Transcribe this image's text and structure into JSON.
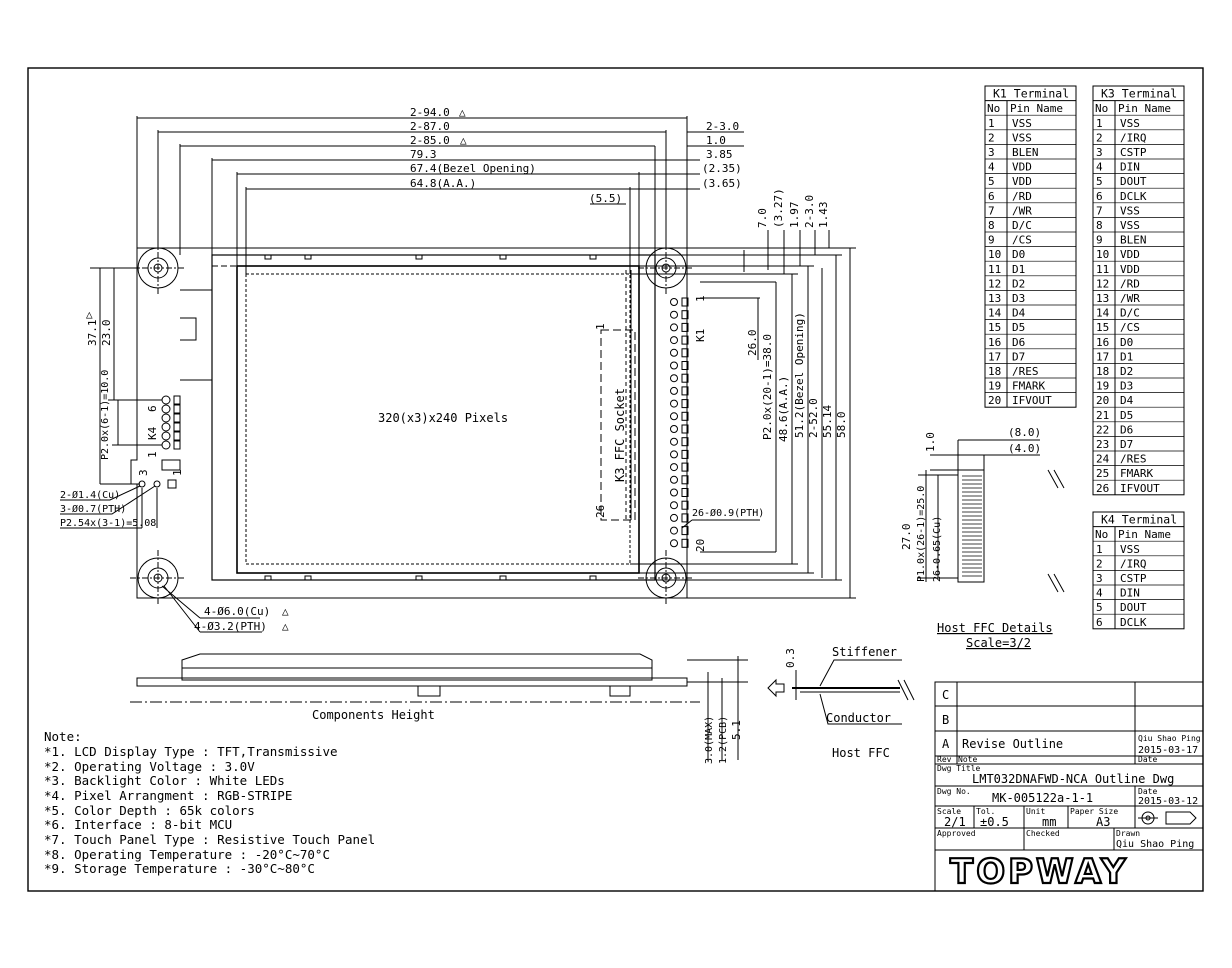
{
  "drawing": {
    "dims_top": [
      "2-94.0",
      "2-87.0",
      "2-85.0",
      "79.3",
      "67.4(Bezel Opening)",
      "64.8(A.A.)",
      "(5.5)"
    ],
    "dims_top_right": [
      "2-3.0",
      "1.0",
      "3.85",
      "(2.35)",
      "(3.65)"
    ],
    "dims_right_small": [
      "7.0",
      "(3.27)",
      "1.97",
      "2-3.0",
      "1.43"
    ],
    "dims_right_tall": [
      "26.0",
      "P2.0x(20-1)=38.0",
      "48.6(A.A.)",
      "51.2(Bezel Opening)",
      "2-52.0",
      "55.14",
      "58.0"
    ],
    "dims_left": [
      "37.1",
      "23.0",
      "P2.0x(6-1)=10.0"
    ],
    "k4_label": "K4",
    "k4_pins": [
      "6",
      "1"
    ],
    "k4_pin3": "3",
    "k4_pin1": "1",
    "pad_notes": [
      "2-Ø1.4(Cu)",
      "3-Ø0.7(PTH)",
      "P2.54x(3-1)=5.08"
    ],
    "holes_notes": [
      "4-Ø6.0(Cu)",
      "4-Ø3.2(PTH)"
    ],
    "center_label": "320(x3)x240 Pixels",
    "socket_label": "K3 FFC Socket",
    "socket_pins": [
      "1",
      "26"
    ],
    "k1_label": "K1",
    "k1_pins": [
      "1",
      "20"
    ],
    "k1_holes": "26-Ø0.9(PTH)",
    "side_label": "Components Height",
    "side_dims": [
      "3.0(MAX)",
      "1.2(PCB)",
      "5.1"
    ],
    "ffc_dims": [
      "0.3"
    ],
    "ffc_labels": [
      "Stiffener",
      "Conductor",
      "Host FFC"
    ],
    "host_ffc_dims": [
      "1.0",
      "(8.0)",
      "(4.0)",
      "27.0",
      "P1.0x(26-1)=25.0",
      "26-0.65(Cu)"
    ],
    "host_ffc_title": "Host FFC Details",
    "host_ffc_scale": "Scale=3/2",
    "tri": "△"
  },
  "notes": {
    "title": "Note:",
    "items": [
      "*1. LCD Display Type : TFT,Transmissive",
      "*2. Operating Voltage : 3.0V",
      "*3. Backlight Color : White LEDs",
      "*4. Pixel Arrangment : RGB-STRIPE",
      "*5. Color Depth : 65k colors",
      "*6. Interface : 8-bit MCU",
      "*7. Touch Panel Type : Resistive Touch Panel",
      "*8. Operating Temperature : -20°C~70°C",
      "*9. Storage Temperature : -30°C~80°C"
    ]
  },
  "k1": {
    "title": "K1 Terminal",
    "col_no": "No",
    "col_name": "Pin Name",
    "rows": [
      "VSS",
      "VSS",
      "BLEN",
      "VDD",
      "VDD",
      "/RD",
      "/WR",
      "D/C",
      "/CS",
      "D0",
      "D1",
      "D2",
      "D3",
      "D4",
      "D5",
      "D6",
      "D7",
      "/RES",
      "FMARK",
      "IFVOUT"
    ]
  },
  "k3": {
    "title": "K3 Terminal",
    "col_no": "No",
    "col_name": "Pin Name",
    "rows": [
      "VSS",
      "/IRQ",
      "CSTP",
      "DIN",
      "DOUT",
      "DCLK",
      "VSS",
      "VSS",
      "BLEN",
      "VDD",
      "VDD",
      "/RD",
      "/WR",
      "D/C",
      "/CS",
      "D0",
      "D1",
      "D2",
      "D3",
      "D4",
      "D5",
      "D6",
      "D7",
      "/RES",
      "FMARK",
      "IFVOUT"
    ]
  },
  "k4": {
    "title": "K4 Terminal",
    "col_no": "No",
    "col_name": "Pin Name",
    "rows": [
      "VSS",
      "/IRQ",
      "CSTP",
      "DIN",
      "DOUT",
      "DCLK"
    ]
  },
  "titleblock": {
    "rev_c": "C",
    "rev_b": "B",
    "rev_a": "A",
    "rev_a_note": "Revise Outline",
    "rev_a_by": "Qiu Shao Ping",
    "rev_a_date": "2015-03-17",
    "h_rev": "Rev",
    "h_note": "Note",
    "h_date": "Date",
    "h_dwg_title": "Dwg Title",
    "dwg_title": "LMT032DNAFWD-NCA Outline Dwg",
    "h_dwg_no": "Dwg No.",
    "dwg_no": "MK-005122a-1-1",
    "h_date2": "Date",
    "date": "2015-03-12",
    "h_scale": "Scale",
    "scale": "2/1",
    "h_tol": "Tol.",
    "tol": "±0.5",
    "h_unit": "Unit",
    "unit": "mm",
    "h_paper": "Paper Size",
    "paper": "A3",
    "h_approved": "Approved",
    "h_checked": "Checked",
    "h_drawn": "Drawn",
    "drawn": "Qiu Shao Ping",
    "logo": "TOPWAY"
  }
}
